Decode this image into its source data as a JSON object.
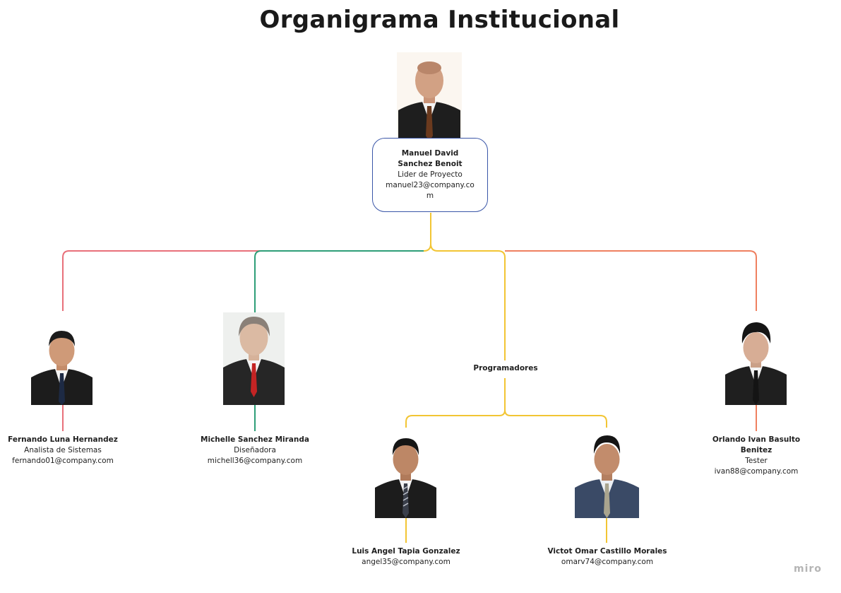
{
  "title": "Organigrama Institucional",
  "watermark": "miro",
  "leader": {
    "name": "Manuel David Sanchez Benoit",
    "role": "Lider de Proyecto",
    "email": "manuel23@company.com"
  },
  "members": [
    {
      "id": "fernando",
      "name": "Fernando Luna Hernandez",
      "role": "Analista de Sistemas",
      "email": "fernando01@company.com"
    },
    {
      "id": "michelle",
      "name": "Michelle Sanchez Miranda",
      "role": "Diseñadora",
      "email": "michell36@company.com"
    },
    {
      "id": "orlando",
      "name": "Orlando Ivan Basulto Benitez",
      "role": "Tester",
      "email": "ivan88@company.com"
    }
  ],
  "programmers_group": {
    "label": "Programadores",
    "members": [
      {
        "id": "luis",
        "name": "Luis Angel Tapia Gonzalez",
        "email": "angel35@company.com"
      },
      {
        "id": "victor",
        "name": "Victot Omar Castillo Morales",
        "email": "omarv74@company.com"
      }
    ]
  },
  "colors": {
    "leader_border": "#3a56a8",
    "line_red": "#e8707a",
    "line_green": "#2e9e78",
    "line_yellow": "#f2c534",
    "line_salmon": "#ef8060"
  }
}
